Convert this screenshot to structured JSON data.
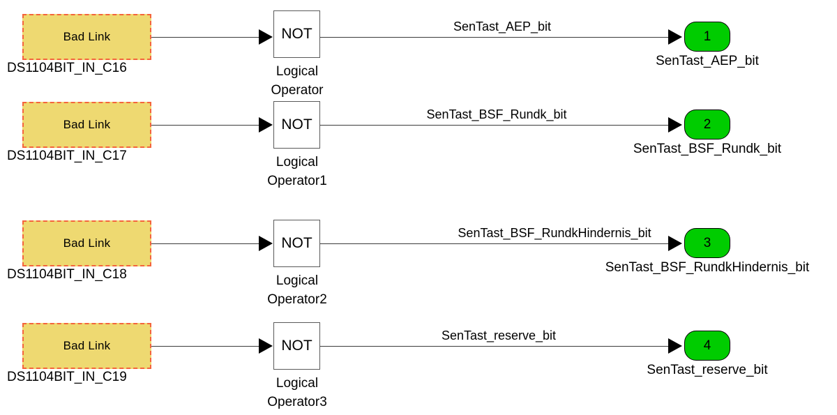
{
  "diagram": {
    "title": "Simulink block diagram with broken library links",
    "rows": [
      {
        "source_block_label": "Bad Link",
        "source_caption": "DS1104BIT_IN_C16",
        "gate_label": "NOT",
        "gate_caption_line1": "Logical",
        "gate_caption_line2": "Operator",
        "signal_label": "SenTast_AEP_bit",
        "port_number": "1",
        "port_caption": "SenTast_AEP_bit"
      },
      {
        "source_block_label": "Bad Link",
        "source_caption": "DS1104BIT_IN_C17",
        "gate_label": "NOT",
        "gate_caption_line1": "Logical",
        "gate_caption_line2": "Operator1",
        "signal_label": "SenTast_BSF_Rundk_bit",
        "port_number": "2",
        "port_caption": "SenTast_BSF_Rundk_bit"
      },
      {
        "source_block_label": "Bad Link",
        "source_caption": "DS1104BIT_IN_C18",
        "gate_label": "NOT",
        "gate_caption_line1": "Logical",
        "gate_caption_line2": "Operator2",
        "signal_label": "SenTast_BSF_RundkHindernis_bit",
        "port_number": "3",
        "port_caption": "SenTast_BSF_RundkHindernis_bit"
      },
      {
        "source_block_label": "Bad Link",
        "source_caption": "DS1104BIT_IN_C19",
        "gate_label": "NOT",
        "gate_caption_line1": "Logical",
        "gate_caption_line2": "Operator3",
        "signal_label": "SenTast_reserve_bit",
        "port_number": "4",
        "port_caption": "SenTast_reserve_bit"
      }
    ],
    "colors": {
      "bad_link_fill": "#EED971",
      "bad_link_border": "#F4643C",
      "outport_fill": "#00CC00",
      "wire": "#3a3a3a",
      "block_border": "#595959",
      "background": "#ffffff"
    }
  }
}
